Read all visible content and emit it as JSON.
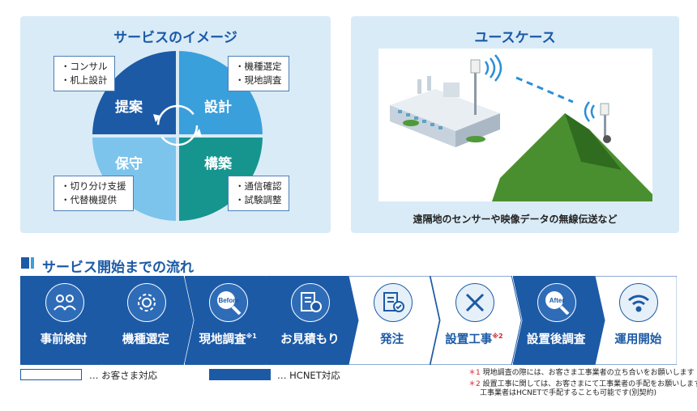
{
  "service_image": {
    "title": "サービスのイメージ",
    "quadrants": [
      {
        "label": "提案",
        "notes": [
          "コンサル",
          "机上設計"
        ]
      },
      {
        "label": "設計",
        "notes": [
          "機種選定",
          "現地調査"
        ]
      },
      {
        "label": "保守",
        "notes": [
          "切り分け支援",
          "代替機提供"
        ]
      },
      {
        "label": "構築",
        "notes": [
          "通信確認",
          "試験調整"
        ]
      }
    ],
    "colors": {
      "propose": "#1c5aa6",
      "design": "#3aa0dc",
      "maintain": "#7cc4ec",
      "build": "#16958f"
    }
  },
  "use_case": {
    "title": "ユースケース",
    "caption": "遠隔地のセンサーや映像データの無線伝送など"
  },
  "flow": {
    "title": "サービス開始までの流れ",
    "steps": [
      {
        "label": "事前検討",
        "icon": "people-icon",
        "owner": "hcnet",
        "mark": ""
      },
      {
        "label": "機種選定",
        "icon": "gear-icon",
        "owner": "hcnet",
        "mark": ""
      },
      {
        "label": "現地調査",
        "icon": "magnifier-before-icon",
        "icon_text": "Before",
        "owner": "hcnet",
        "mark": "※1"
      },
      {
        "label": "お見積もり",
        "icon": "quote-document-icon",
        "owner": "hcnet",
        "mark": ""
      },
      {
        "label": "発注",
        "icon": "checklist-icon",
        "owner": "customer",
        "mark": ""
      },
      {
        "label": "設置工事",
        "icon": "tools-icon",
        "owner": "customer",
        "mark": "※2"
      },
      {
        "label": "設置後調査",
        "icon": "magnifier-after-icon",
        "icon_text": "After",
        "owner": "hcnet",
        "mark": ""
      },
      {
        "label": "運用開始",
        "icon": "wifi-icon",
        "owner": "customer",
        "mark": ""
      }
    ],
    "colors": {
      "hcnet": "#1c5aa6",
      "customer": "#ffffff"
    }
  },
  "legend": {
    "customer": "… お客さま対応",
    "hcnet": "… HCNET対応"
  },
  "footnotes": [
    {
      "mark": "＊1",
      "text": "現地調査の際には、お客さま工事業者の立ち合いをお願いします"
    },
    {
      "mark": "＊2",
      "text": "設置工事に関しては、お客さまにて工事業者の手配をお願いします"
    },
    {
      "mark": "",
      "text": "工事業者はHCNETで手配することも可能です(別契約)"
    }
  ]
}
